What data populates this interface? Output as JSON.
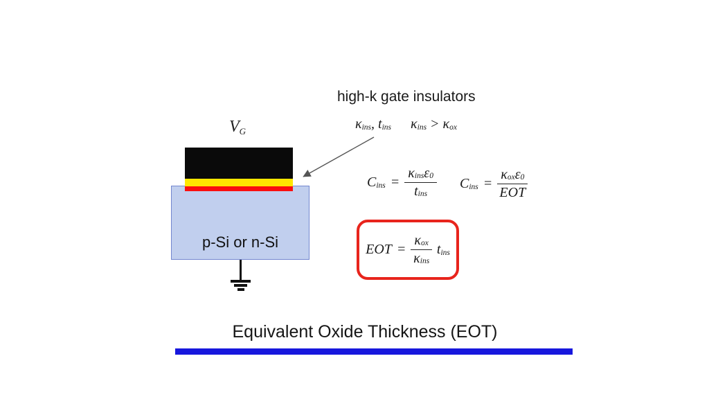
{
  "slide": {
    "heading": "high-k gate insulators",
    "title": "Equivalent Oxide Thickness (EOT)"
  },
  "device": {
    "gate_voltage_main": "V",
    "gate_voltage_sub": "G",
    "substrate_label": "p-Si or n-Si"
  },
  "math": {
    "params_k_t": {
      "k": "κ",
      "k_sub": "ins",
      "comma": ", ",
      "t": "t",
      "t_sub": "ins"
    },
    "params_cmp": {
      "k1": "κ",
      "k1_sub": "ins",
      "op": " > ",
      "k2": "κ",
      "k2_sub": "ox"
    },
    "eq1": {
      "C": "C",
      "C_sub": "ins",
      "eq": "=",
      "num_k": "κ",
      "num_k_sub": "ins",
      "num_e": "ε",
      "num_e_sub": "0",
      "den_t": "t",
      "den_t_sub": "ins"
    },
    "eq2": {
      "C": "C",
      "C_sub": "ins",
      "eq": "=",
      "num_k": "κ",
      "num_k_sub": "ox",
      "num_e": "ε",
      "num_e_sub": "0",
      "den": "EOT"
    },
    "eot": {
      "lhs": "EOT",
      "eq": "=",
      "num_k": "κ",
      "num_k_sub": "ox",
      "den_k": "κ",
      "den_k_sub": "ins",
      "t": "t",
      "t_sub": "ins"
    }
  },
  "colors": {
    "gate_electrode": "#0a0a0a",
    "highk_layer": "#ffe700",
    "oxide_layer": "#fa0f0f",
    "substrate_fill": "#c1cfee",
    "substrate_border": "#7286cf",
    "eot_box_border": "#e8241c",
    "title_underline": "#1717dd",
    "arrow": "#555555"
  }
}
